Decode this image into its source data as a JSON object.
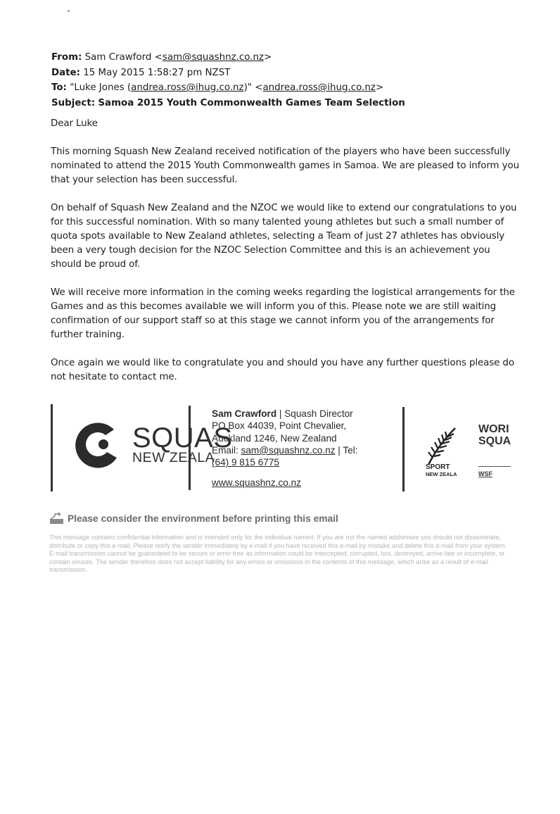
{
  "email_header": {
    "from_label": "From:",
    "from_name": "Sam Crawford <",
    "from_email": "sam@squashnz.co.nz",
    "from_close": ">",
    "date_label": "Date:",
    "date_value": "15 May 2015 1:58:27 pm NZST",
    "to_label": "To:",
    "to_prefix": "\"Luke Jones (",
    "to_email_1": "andrea.ross@ihug.co.nz",
    "to_mid": ")\" <",
    "to_email_2": "andrea.ross@ihug.co.nz",
    "to_close": ">",
    "subject_label": "Subject:",
    "subject_value": "Samoa 2015 Youth Commonwealth Games Team Selection"
  },
  "body": {
    "greeting": "Dear Luke",
    "paragraphs": [
      "This morning Squash New Zealand received notification of the players who have been successfully nominated to attend the 2015 Youth Commonwealth games in Samoa. We are pleased to inform you that your selection has been successful.",
      "On behalf of Squash New Zealand and the NZOC we would like to extend our congratulations to you for this successful nomination. With so many talented young athletes but such a small number of quota spots available to New Zealand athletes, selecting a Team of just 27 athletes has obviously been a very tough decision for the NZOC Selection Committee and this is an achievement you should be proud of.",
      "We will receive more information in the coming weeks regarding the logistical arrangements for the Games and as this becomes available we will inform you of this. Please note we are still waiting confirmation of our support staff so at this stage we cannot inform you of the arrangements for further training.",
      "Once again we would like to congratulate you and should you have any further questions please do not hesitate to contact me."
    ]
  },
  "signature": {
    "name": "Sam Crawford",
    "title": " | Squash Director",
    "address_1": "PO Box 44039, Point Chevalier,",
    "address_2": "Auckland 1246, New Zealand",
    "email_label": "Email: ",
    "email": "sam@squashnz.co.nz",
    "tel_label": " | Tel:",
    "phone": "(64) 9 815 6775",
    "website": "www.squashnz.co.nz",
    "logo_word_1": "SQUAS",
    "logo_word_2": "NEW ZEALA",
    "sport_nz_1": "SPORT",
    "sport_nz_2": "NEW ZEALA",
    "wsf_1": "WORI",
    "wsf_2": "SQUA",
    "wsf_small": "WSF"
  },
  "footer": {
    "environment_note": "Please consider the environment before printing this email",
    "disclaimer": "This message contains confidential information and is intended only for the individual named. If you are not the named addressee you should not disseminate, distribute or copy this e-mail. Please notify the sender immediately by e-mail if you have received this e-mail by mistake and delete this e-mail from your system. E-mail transmission cannot be guaranteed to be secure or error-free as information could be intercepted, corrupted, lost, destroyed, arrive late or incomplete, or contain viruses. The sender therefore does not accept liability for any errors or omissions in the contents of this message, which arise as a result of e-mail transmission."
  },
  "colors": {
    "text": "#1c1c1c",
    "logo": "#303030",
    "environment_note": "#6a6a6a",
    "disclaimer": "#b5b5b5"
  },
  "icons": [
    "squash-logo-icon",
    "silver-fern-icon",
    "printer-icon"
  ]
}
